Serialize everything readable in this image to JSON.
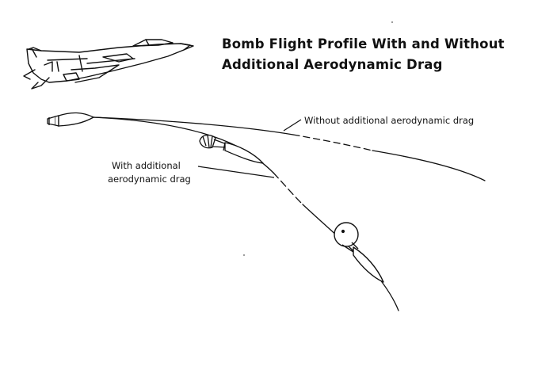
{
  "title": {
    "line1": "Bomb Flight Profile With and Without",
    "line2": "Additional Aerodynamic Drag"
  },
  "labels": {
    "without_drag": "Without additional aerodynamic drag",
    "with_drag_line1": "With additional",
    "with_drag_line2": "aerodynamic drag"
  },
  "colors": {
    "ink": "#111111",
    "background": "#ffffff"
  }
}
